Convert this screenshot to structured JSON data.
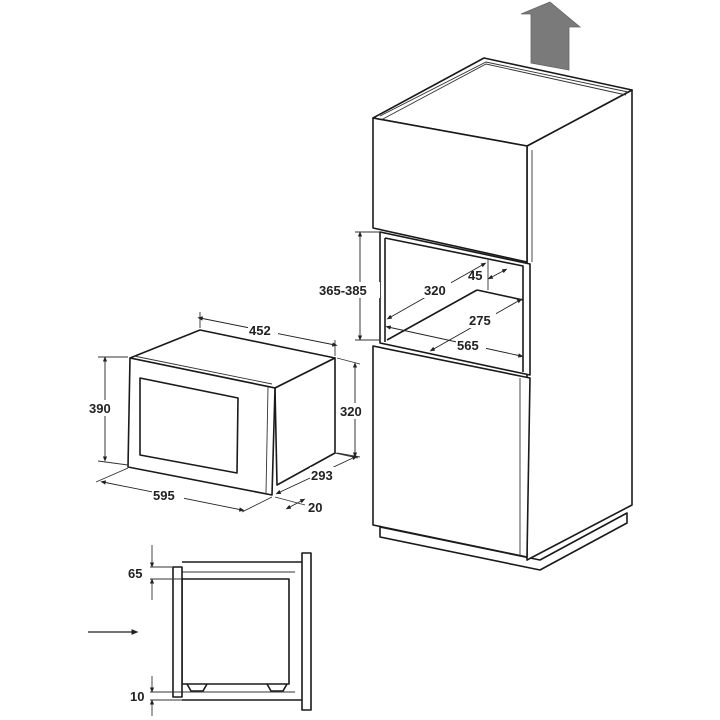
{
  "colors": {
    "line": "#1a1a1a",
    "vent_arrow": "#7a7a7a"
  },
  "microwave": {
    "depth_top": "452",
    "height_front": "390",
    "height_body": "320",
    "width_front": "595",
    "depth_body": "293",
    "frame_depth": "20"
  },
  "cabinet_niche": {
    "height_range": "365-385",
    "opening_width": "320",
    "back_gap": "45",
    "depth": "275",
    "cabinet_depth": "565"
  },
  "side_view": {
    "top_gap": "65",
    "bottom_gap": "10"
  }
}
